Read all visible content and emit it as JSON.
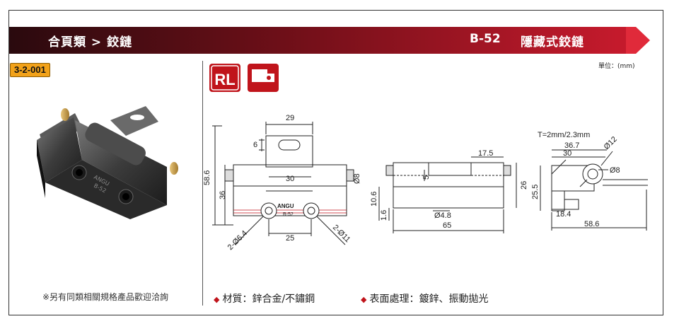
{
  "header": {
    "breadcrumb": "合頁類 > 鉸鏈",
    "model": "B-52",
    "product_name": "隱藏式鉸鏈"
  },
  "product_code": "3-2-001",
  "unit_label": "單位：(mm)",
  "logos": {
    "rl": "RL"
  },
  "photo_markings": {
    "brand": "ANGU",
    "model": "B-52"
  },
  "drawing": {
    "front": {
      "w29": "29",
      "d6": "6",
      "d30": "30",
      "h58": "58.6",
      "h36": "36",
      "w25": "25",
      "hole1": "2-Ø6.4",
      "hole2": "2-Ø11",
      "pin8": "Ø8",
      "brand": "ANGU",
      "model": "B-52"
    },
    "side": {
      "w17": "17.5",
      "h10": "10.6",
      "h1": "1.6",
      "h26": "26",
      "d48": "Ø4.8",
      "w65": "65",
      "d5": "5"
    },
    "end": {
      "thickness": "T=2mm/2.3mm",
      "w367": "36.7",
      "w30": "30",
      "d12": "Ø12",
      "d8": "Ø8",
      "h255": "25.5",
      "w184": "18.4",
      "w586": "58.6"
    }
  },
  "footnote": "※另有同類相關規格產品歡迎洽詢",
  "specs": [
    {
      "label": "材質：鋅合金/不鏽鋼"
    },
    {
      "label": "表面處理：鍍鋅、振動拋光"
    }
  ],
  "colors": {
    "banner_dark": "#2a0a0e",
    "banner_red": "#b8182a",
    "badge": "#f2a21a",
    "accent": "#c0141b"
  }
}
